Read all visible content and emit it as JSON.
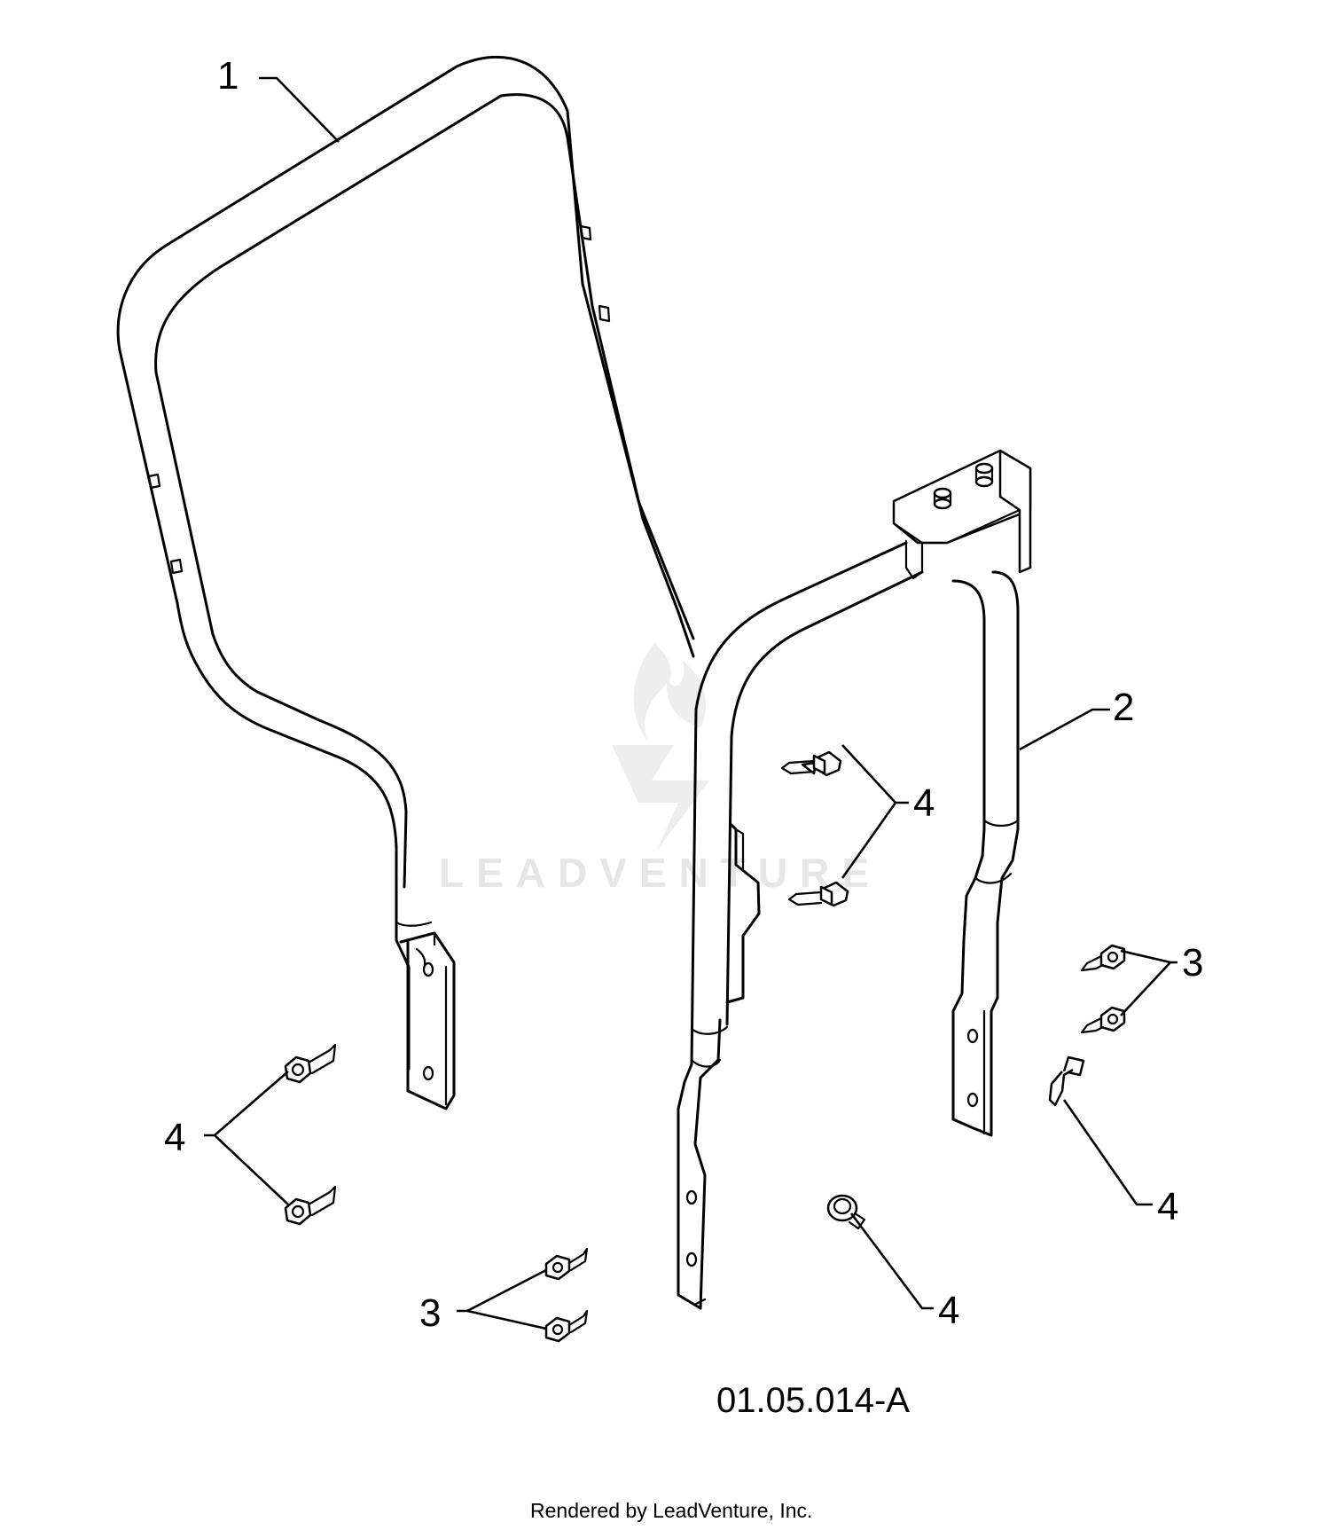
{
  "diagram": {
    "drawing_code": "01.05.014-A",
    "footer": "Rendered by LeadVenture, Inc.",
    "watermark": "LEADVENTURE",
    "callouts": {
      "part_1": "1",
      "part_2": "2",
      "part_3": "3",
      "part_4": "4"
    }
  }
}
